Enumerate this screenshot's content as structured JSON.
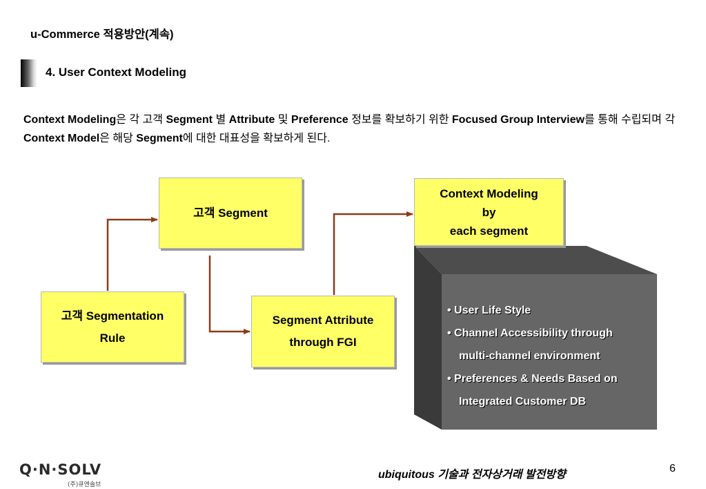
{
  "header": {
    "title": "u-Commerce 적용방안(계속)",
    "section": "4. User Context Modeling"
  },
  "description": [
    {
      "t": "Context Modeling",
      "b": true
    },
    {
      "t": "은 각 고객 ",
      "b": false
    },
    {
      "t": "Segment",
      "b": true
    },
    {
      "t": " 별 ",
      "b": false
    },
    {
      "t": "Attribute",
      "b": true
    },
    {
      "t": " 및 ",
      "b": false
    },
    {
      "t": "Preference",
      "b": true
    },
    {
      "t": " 정보를 확보하기 위한 ",
      "b": false
    },
    {
      "t": "Focused Group Interview",
      "b": true
    },
    {
      "t": "를 통해 수립되며 각 ",
      "b": false
    },
    {
      "t": "Context Model",
      "b": true
    },
    {
      "t": "은 해당 ",
      "b": false
    },
    {
      "t": "Segment",
      "b": true
    },
    {
      "t": "에 대한 대표성을 확보하게 된다.",
      "b": false
    }
  ],
  "diagram": {
    "customer_segment": "고객 Segment",
    "segmentation_rule_line1": "고객 Segmentation",
    "segmentation_rule_line2": "Rule",
    "segment_attribute_line1": "Segment Attribute",
    "segment_attribute_line2": "through FGI",
    "context_modeling_line1": "Context Modeling",
    "context_modeling_line2": "by",
    "context_modeling_line3": "each segment",
    "arrow_color": "#8b3a1a",
    "box_color": "#ffff66",
    "block_front": "#666666",
    "block_top": "#4d4d4d",
    "block_side": "#3a3a3a"
  },
  "block_bullets": [
    "• User Life Style",
    "• Channel Accessibility through",
    "multi-channel environment",
    "• Preferences & Needs Based on",
    "Integrated Customer DB"
  ],
  "footer": {
    "logo": "Q·N·SOLV",
    "logo_sub": "(주)큐엔솔브",
    "tagline_en": "ubiquitous",
    "tagline_ko": " 기술과 전자상거래 발전방향",
    "page": "6"
  }
}
